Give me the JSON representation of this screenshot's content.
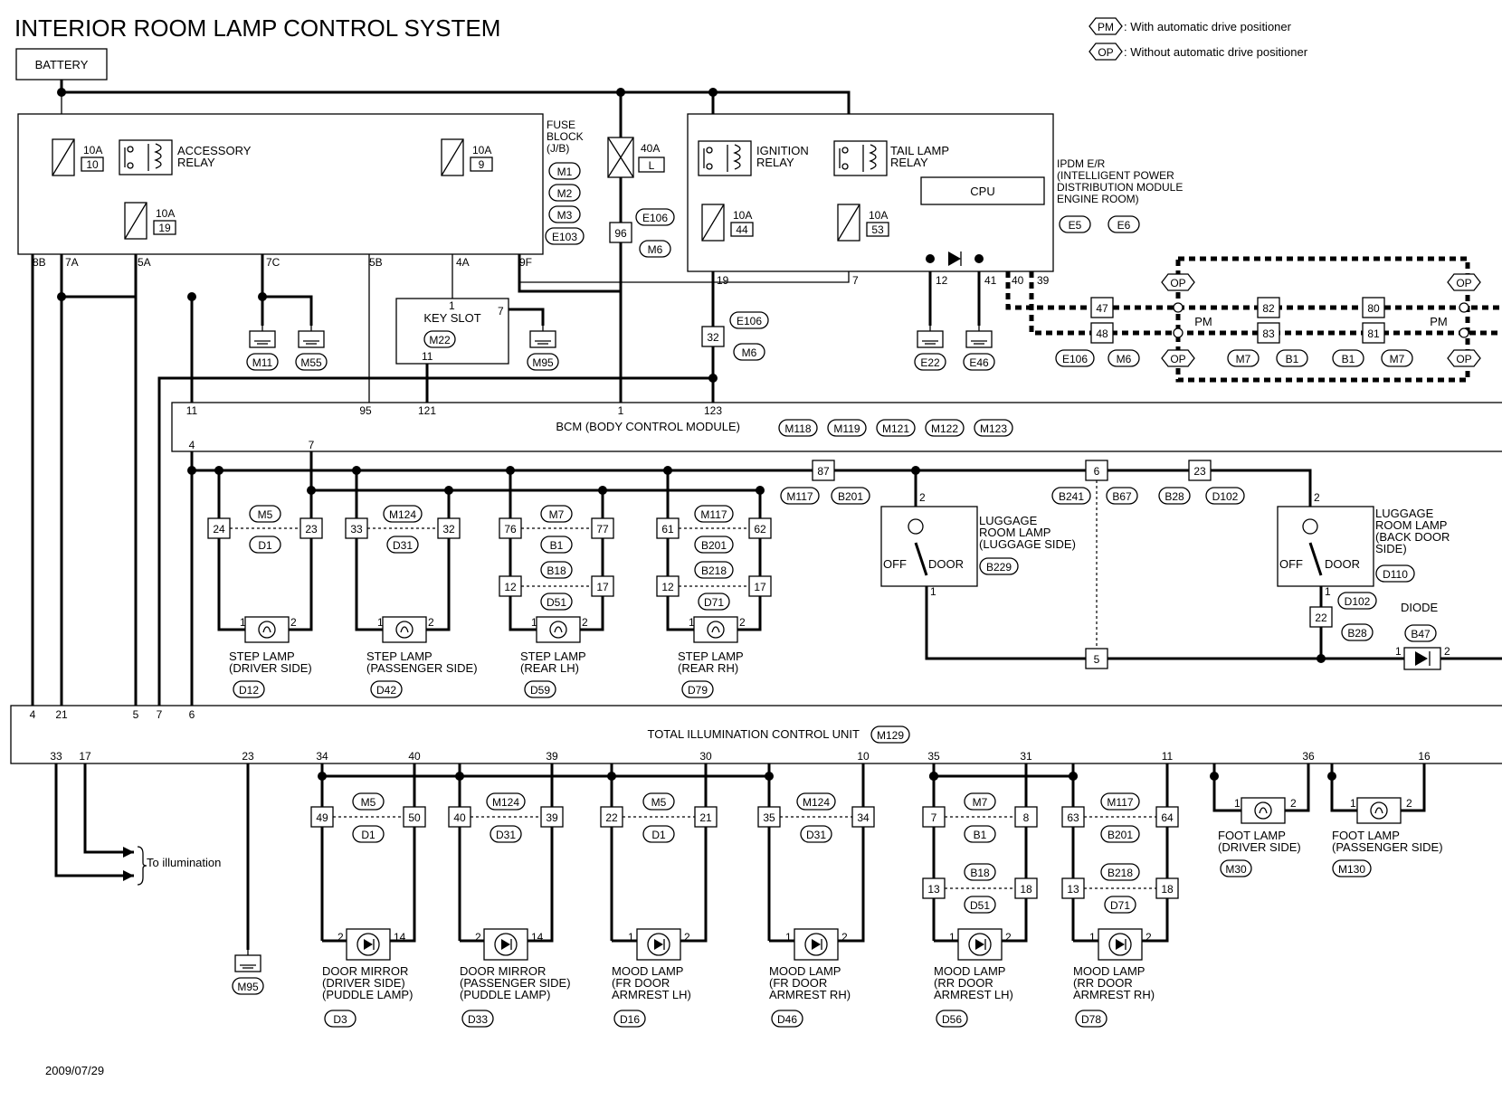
{
  "title": "INTERIOR ROOM LAMP CONTROL SYSTEM",
  "legend": [
    {
      "code": "PM",
      "text": ": With automatic drive positioner"
    },
    {
      "code": "OP",
      "text": ": Without automatic drive positioner"
    }
  ],
  "battery": "BATTERY",
  "fuse_block": {
    "title": "FUSE\nBLOCK\n(J/B)",
    "connectors": [
      "M1",
      "M2",
      "M3",
      "E103"
    ],
    "fuses": [
      {
        "rating": "10A",
        "num": "10"
      },
      {
        "rating": "10A",
        "num": "19"
      },
      {
        "rating": "10A",
        "num": "9"
      }
    ],
    "relay": "ACCESSORY\nRELAY",
    "pins": [
      "8B",
      "7A",
      "5A",
      "7C",
      "5B",
      "4A",
      "9F"
    ]
  },
  "fusible_link": {
    "rating": "40A",
    "num": "L",
    "conn": "96",
    "tags": [
      "E106",
      "M6"
    ]
  },
  "ipdm": {
    "title": "IPDM E/R\n(INTELLIGENT POWER\nDISTRIBUTION MODULE\nENGINE ROOM)",
    "connectors": [
      "E5",
      "E6"
    ],
    "ign_relay": "IGNITION\nRELAY",
    "tail_relay": "TAIL LAMP\nRELAY",
    "cpu": "CPU",
    "fuses": [
      {
        "rating": "10A",
        "num": "44"
      },
      {
        "rating": "10A",
        "num": "53"
      }
    ],
    "pins": [
      "19",
      "7",
      "12",
      "41",
      "40",
      "39"
    ],
    "conn32": "32",
    "tags32": [
      "E106",
      "M6"
    ]
  },
  "grounds_top": [
    "M11",
    "M55",
    "M95",
    "E22",
    "E46"
  ],
  "key_slot": {
    "label": "KEY SLOT",
    "conn": "M22",
    "pins": [
      "1",
      "7",
      "11"
    ]
  },
  "bcm": {
    "label": "BCM (BODY CONTROL MODULE)",
    "connectors": [
      "M118",
      "M119",
      "M121",
      "M122",
      "M123"
    ],
    "pins_top": [
      "11",
      "95",
      "121",
      "1",
      "123"
    ],
    "pins_bottom": [
      "4",
      "7"
    ]
  },
  "adp_joints": {
    "pins": [
      "47",
      "48",
      "82",
      "83",
      "80",
      "81"
    ],
    "tags": [
      "E106",
      "M6",
      "M7",
      "B1",
      "B1",
      "M7"
    ],
    "op": "OP",
    "pm": "PM"
  },
  "step_lamps": [
    {
      "pins": [
        "24",
        "23"
      ],
      "tags": [
        "M5",
        "D1"
      ],
      "l1": "STEP LAMP",
      "l2": "(DRIVER SIDE)",
      "conn": "D12"
    },
    {
      "pins": [
        "33",
        "32"
      ],
      "tags": [
        "M124",
        "D31"
      ],
      "l1": "STEP LAMP",
      "l2": "(PASSENGER SIDE)",
      "conn": "D42"
    },
    {
      "pins": [
        "76",
        "77",
        "12",
        "17"
      ],
      "tags": [
        "M7",
        "B1",
        "B18",
        "D51"
      ],
      "l1": "STEP LAMP",
      "l2": "(REAR LH)",
      "conn": "D59"
    },
    {
      "pins": [
        "61",
        "62",
        "12",
        "17"
      ],
      "tags": [
        "M117",
        "B201",
        "B218",
        "D71"
      ],
      "l1": "STEP LAMP",
      "l2": "(REAR RH)",
      "conn": "D79"
    }
  ],
  "lamp_pins": [
    "1",
    "2"
  ],
  "luggage": {
    "j87": "87",
    "j87_tags": [
      "M117",
      "B201"
    ],
    "j6": "6",
    "j6_tags": [
      "B241",
      "B67"
    ],
    "j23": "23",
    "j23_tags": [
      "B28",
      "D102"
    ],
    "j5": "5",
    "lamp1": {
      "label": "LUGGAGE\nROOM LAMP\n(LUGGAGE SIDE)",
      "conn": "B229"
    },
    "lamp2": {
      "label": "LUGGAGE\nROOM LAMP\n(BACK DOOR\nSIDE)",
      "conn": "D110"
    },
    "off": "OFF",
    "door": "DOOR",
    "conn22": "22",
    "tags22": [
      "D102",
      "B28"
    ],
    "diode": "DIODE",
    "diode_conn": "B47"
  },
  "ticu": {
    "label": "TOTAL ILLUMINATION CONTROL UNIT",
    "conn": "M129",
    "pins_top": [
      "4",
      "21",
      "5",
      "7",
      "6"
    ],
    "pins_bottom": [
      "33",
      "17",
      "23",
      "34",
      "40",
      "39",
      "30",
      "10",
      "35",
      "31",
      "11",
      "36",
      "16"
    ]
  },
  "to_illumination": "To illumination",
  "ground_bottom": "M95",
  "bottom_lamps": [
    {
      "pins": [
        "49",
        "50"
      ],
      "tags": [
        "M5",
        "D1"
      ],
      "lp": [
        "2",
        "14"
      ],
      "label": "DOOR MIRROR\n(DRIVER SIDE)\n(PUDDLE LAMP)",
      "conn": "D3"
    },
    {
      "pins": [
        "40",
        "39"
      ],
      "tags": [
        "M124",
        "D31"
      ],
      "lp": [
        "2",
        "14"
      ],
      "label": "DOOR MIRROR\n(PASSENGER SIDE)\n(PUDDLE LAMP)",
      "conn": "D33"
    },
    {
      "pins": [
        "22",
        "21"
      ],
      "tags": [
        "M5",
        "D1"
      ],
      "lp": [
        "1",
        "2"
      ],
      "label": "MOOD LAMP\n(FR DOOR\n ARMREST LH)",
      "conn": "D16"
    },
    {
      "pins": [
        "35",
        "34"
      ],
      "tags": [
        "M124",
        "D31"
      ],
      "lp": [
        "1",
        "2"
      ],
      "label": "MOOD LAMP\n(FR DOOR\n ARMREST RH)",
      "conn": "D46"
    },
    {
      "pins": [
        "7",
        "8",
        "13",
        "18"
      ],
      "tags": [
        "M7",
        "B1",
        "B18",
        "D51"
      ],
      "lp": [
        "1",
        "2"
      ],
      "label": "MOOD LAMP\n(RR DOOR\n ARMREST LH)",
      "conn": "D56"
    },
    {
      "pins": [
        "63",
        "64",
        "13",
        "18"
      ],
      "tags": [
        "M117",
        "B201",
        "B218",
        "D71"
      ],
      "lp": [
        "1",
        "2"
      ],
      "label": "MOOD LAMP\n(RR DOOR\n ARMREST RH)",
      "conn": "D78"
    }
  ],
  "foot_lamps": [
    {
      "label": "FOOT LAMP\n(DRIVER SIDE)",
      "conn": "M30"
    },
    {
      "label": "FOOT LAMP\n(PASSENGER SIDE)",
      "conn": "M130"
    }
  ],
  "date": "2009/07/29"
}
